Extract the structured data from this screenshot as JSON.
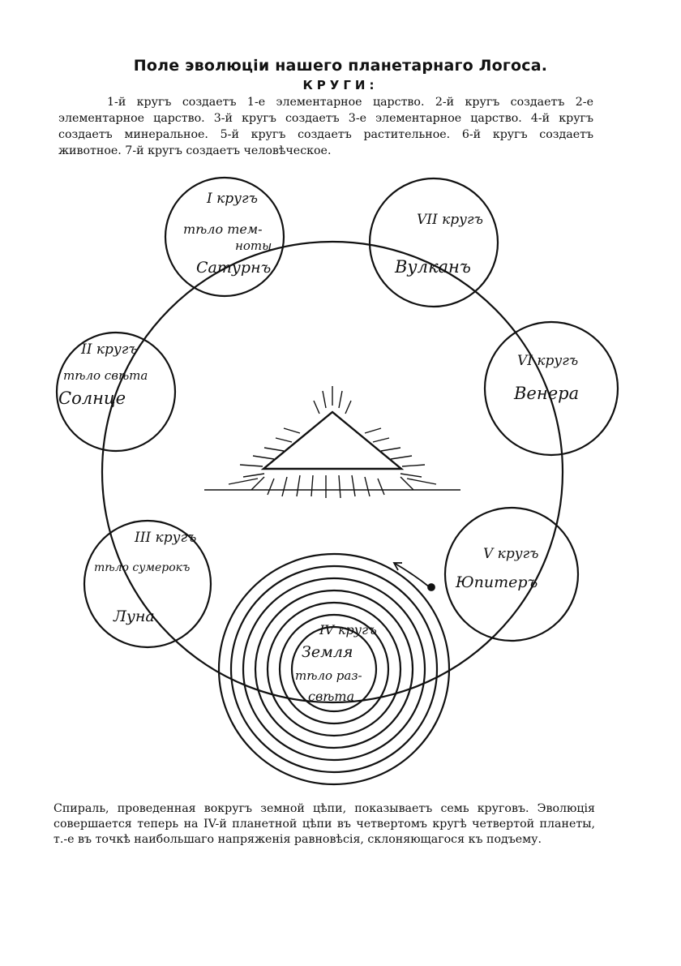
{
  "header": {
    "title": "Поле эволюціи нашего планетарнаго Логоса.",
    "subtitle": "КРУГИ:"
  },
  "intro_text": "1-й кругъ создаетъ 1-е элементарное царство. 2-й кругъ создаетъ 2-е элементарное царство. 3-й кругъ создаетъ 3-е элементарное царство. 4-й кругъ создаетъ минеральное. 5-й кругъ создаетъ растительное. 6-й кругъ создаетъ животное. 7-й кругъ создаетъ человѣческое.",
  "circles": [
    {
      "id": "I",
      "line1": "I кругъ",
      "line2": "тѣло тем-",
      "line3": "ноты",
      "line4": "Сатурнъ"
    },
    {
      "id": "II",
      "line1": "II кругъ",
      "line2": "тѣло свѣта",
      "line3": "Солнце"
    },
    {
      "id": "III",
      "line1": "III кругъ",
      "line2": "тѣло сумерокъ",
      "line3": "Луна"
    },
    {
      "id": "IV",
      "line1": "IV кругъ",
      "line2": "Земля",
      "line3": "тѣло раз-",
      "line4": "свѣта"
    },
    {
      "id": "V",
      "line1": "V кругъ",
      "line2": "Юпитеръ"
    },
    {
      "id": "VI",
      "line1": "VI кругъ",
      "line2": "Венера"
    },
    {
      "id": "VII",
      "line1": "VII кругъ",
      "line2": "Вулканъ"
    }
  ],
  "caption": "Спираль, проведенная вокругъ земной цѣпи, показываетъ семь круговъ. Эволюція совершается теперь на IV-й планетной цѣпи въ четвертомъ кругѣ четвертой планеты, т.-е въ точкѣ наибольшаго напряженія равновѣсія, склоняющагося къ подъему."
}
